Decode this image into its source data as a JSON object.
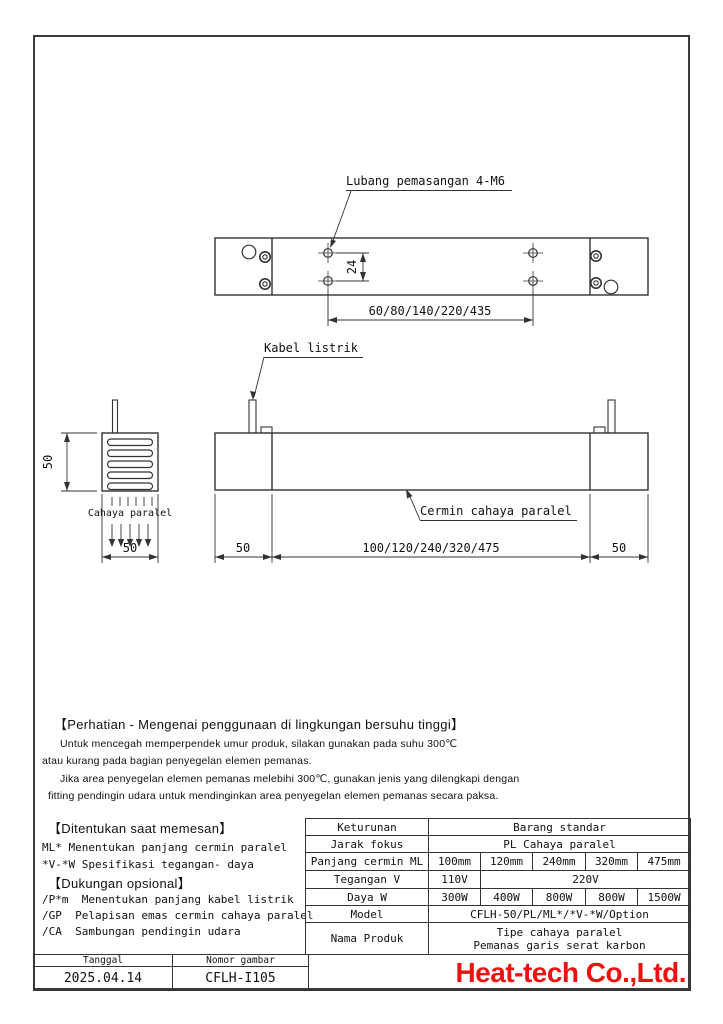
{
  "meta": {
    "accent_red": "#ee1111",
    "line_color": "#333333"
  },
  "top_view": {
    "mounting_label": "Lubang pemasangan  4-M6",
    "hole_pitch_dim": "24",
    "hole_spacing_dim": "60/80/140/220/435"
  },
  "front_view": {
    "cable_label": "Kabel listrik",
    "mirror_label": "Cermin cahaya paralel",
    "left_dim": "50",
    "center_dim": "100/120/240/320/475",
    "right_dim": "50"
  },
  "side_view": {
    "height_dim": "50",
    "width_dim": "50",
    "light_label": "Cahaya paralel"
  },
  "warning": {
    "title": "【Perhatian - Mengenai penggunaan di lingkungan bersuhu tinggi】",
    "line1": "Untuk mencegah memperpendek umur produk, silakan gunakan pada suhu 300℃",
    "line2": "atau kurang pada bagian penyegelan elemen pemanas.",
    "line3": "Jika area penyegelan elemen pemanas melebihi 300℃, gunakan jenis yang dilengkapi dengan",
    "line4": "fitting pendingin udara untuk mendinginkan area penyegelan elemen pemanas secara paksa."
  },
  "ordering": {
    "title": "【Ditentukan saat memesan】",
    "item1": "ML* Menentukan panjang cermin paralel",
    "item2": "*V-*W Spesifikasi tegangan- daya",
    "optional_title": "【Dukungan opsional】",
    "opt1": "/P*m  Menentukan panjang kabel listrik",
    "opt2": "/GP  Pelapisan emas cermin cahaya paralel",
    "opt3": "/CA  Sambungan pendingin udara"
  },
  "spec_table": {
    "row1_label": "Keturunan",
    "row1_value": "Barang standar",
    "row2_label": "Jarak fokus",
    "row2_value": "PL Cahaya paralel",
    "row3_label": "Panjang cermin ML",
    "row3_values": [
      "100mm",
      "120mm",
      "240mm",
      "320mm",
      "475mm"
    ],
    "row4_label": "Tegangan V",
    "row4_v1": "110V",
    "row4_v2": "220V",
    "row5_label": "Daya W",
    "row5_values": [
      "300W",
      "400W",
      "800W",
      "800W",
      "1500W"
    ],
    "row6_label": "Model",
    "row6_value": "CFLH-50/PL/ML*/*V-*W/Option",
    "row7_label": "Nama Produk",
    "row7_line1": "Tipe cahaya paralel",
    "row7_line2": "Pemanas garis serat karbon"
  },
  "title_block": {
    "date_label": "Tanggal",
    "date_value": "2025.04.14",
    "number_label": "Nomor gambar",
    "number_value": "CFLH-I105",
    "company": "Heat-tech Co.,Ltd."
  }
}
